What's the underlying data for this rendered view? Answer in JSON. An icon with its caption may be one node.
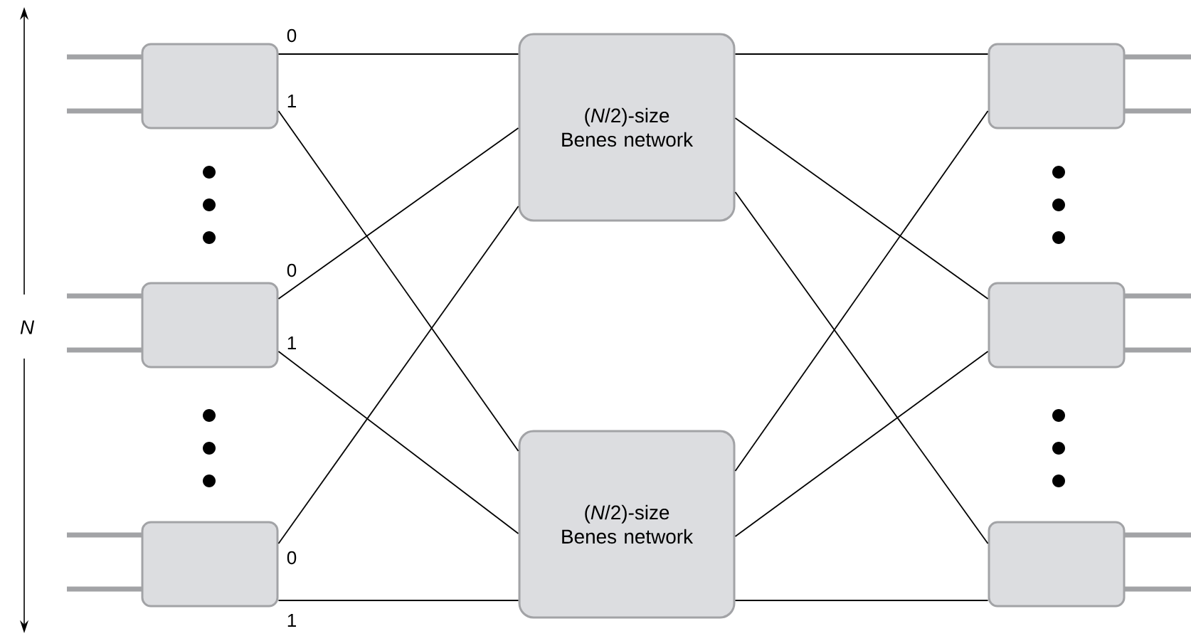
{
  "diagram": {
    "nodes": [
      {
        "text": [],
        "shape": "box"
      },
      {
        "text": [],
        "shape": "box"
      },
      {
        "text": [],
        "shape": "box"
      },
      {
        "text": [
          "(*N*/2)-size Benes network"
        ]
      },
      {
        "text": [
          "(*N*/2)-size Benes network"
        ]
      },
      {
        "text": [],
        "shape": "box"
      },
      {
        "text": [],
        "shape": "box"
      },
      {
        "text": [],
        "shape": "box"
      }
    ],
    "edges": [
      {
        "from": 0,
        "to": 3,
        "arrow": "none",
        "label": "0"
      },
      {
        "from": 0,
        "to": 4,
        "arrow": "none",
        "label": "1"
      },
      {
        "from": 1,
        "to": 3,
        "arrow": "none",
        "label": "0"
      },
      {
        "from": 1,
        "to": 4,
        "arrow": "none",
        "label": "1"
      },
      {
        "from": 2,
        "to": 3,
        "arrow": "none",
        "label": "0"
      },
      {
        "from": 2,
        "to": 4,
        "arrow": "none",
        "label": "1"
      },
      {
        "from": 3,
        "to": 5,
        "arrow": "none"
      },
      {
        "from": 3,
        "to": 6,
        "arrow": "none"
      },
      {
        "from": 3,
        "to": 7,
        "arrow": "none"
      },
      {
        "from": 4,
        "to": 5,
        "arrow": "none"
      },
      {
        "from": 4,
        "to": 6,
        "arrow": "none"
      },
      {
        "from": 4,
        "to": 7,
        "arrow": "none"
      }
    ],
    "labels": [
      "N"
    ]
  }
}
